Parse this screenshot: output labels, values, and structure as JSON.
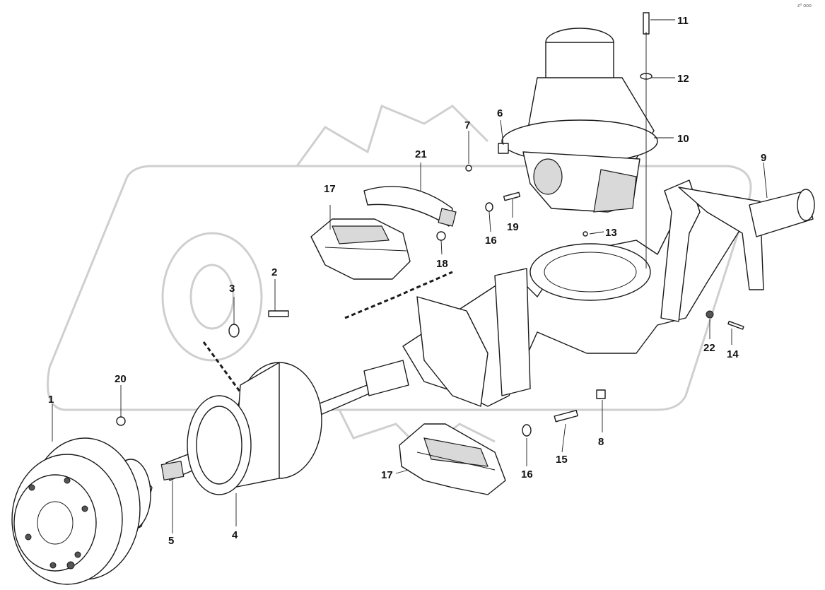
{
  "corner_code": "z⁰ ooo",
  "callouts": [
    "1",
    "2",
    "3",
    "4",
    "5",
    "6",
    "7",
    "8",
    "9",
    "10",
    "11",
    "12",
    "13",
    "14",
    "15",
    "16",
    "16",
    "17",
    "17",
    "18",
    "19",
    "20",
    "21",
    "22"
  ],
  "colors": {
    "line": "#1a1a1a",
    "watermark": "#cfcfcf",
    "background": "#ffffff"
  }
}
